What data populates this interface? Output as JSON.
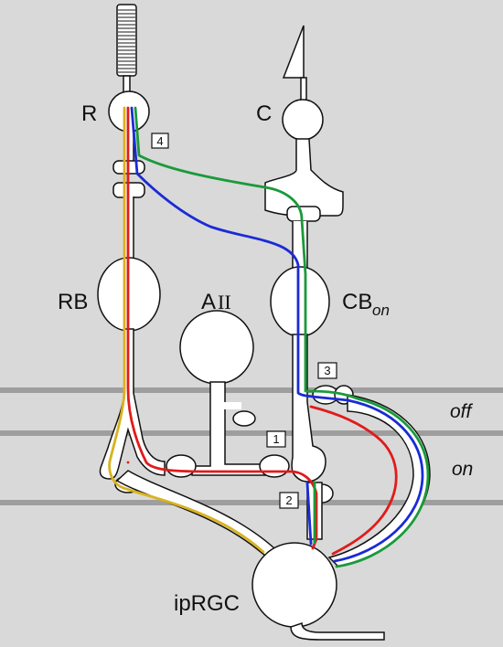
{
  "labels": {
    "rod": "R",
    "cone": "C",
    "rod_bipolar": "RB",
    "amacrine_a": "A",
    "amacrine_ii": "II",
    "cone_bipolar": "CB",
    "cone_bipolar_sub": "on",
    "off_layer": "off",
    "on_layer": "on",
    "ganglion": "ipRGC"
  },
  "pathways": [
    {
      "number": "1"
    },
    {
      "number": "2"
    },
    {
      "number": "3"
    },
    {
      "number": "4"
    }
  ],
  "colors": {
    "background": "#d9d9d9",
    "membrane": "#ffffff",
    "outline": "#111111",
    "layer_band": "#9e9e9e",
    "yellow": "#d9b21f",
    "red": "#e01b1b",
    "green": "#1a9a3a",
    "blue": "#1a2bd6"
  }
}
